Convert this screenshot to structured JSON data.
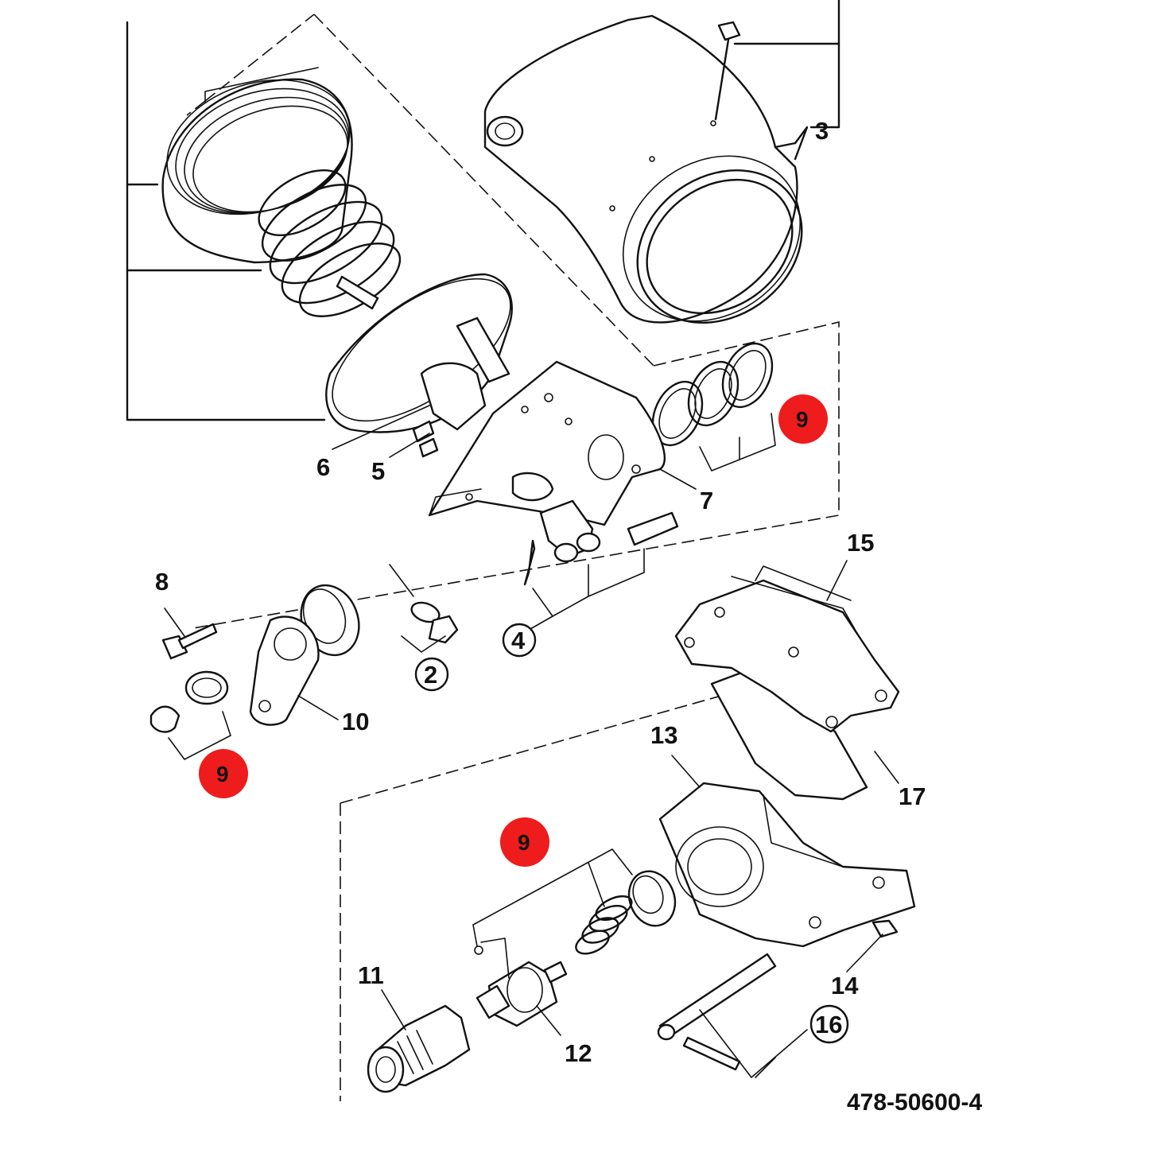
{
  "diagram": {
    "reference_number": "478-50600-4",
    "callout_color": "#ee1c1c",
    "labels": {
      "p2": "2",
      "p3": "3",
      "p4": "4",
      "p5": "5",
      "p6": "6",
      "p7": "7",
      "p8": "8",
      "p10": "10",
      "p11": "11",
      "p12": "12",
      "p13": "13",
      "p14": "14",
      "p15": "15",
      "p16": "16",
      "p17": "17"
    },
    "highlighted_labels": {
      "upper_right": "9",
      "middle_left": "9",
      "lower_center": "9"
    }
  }
}
